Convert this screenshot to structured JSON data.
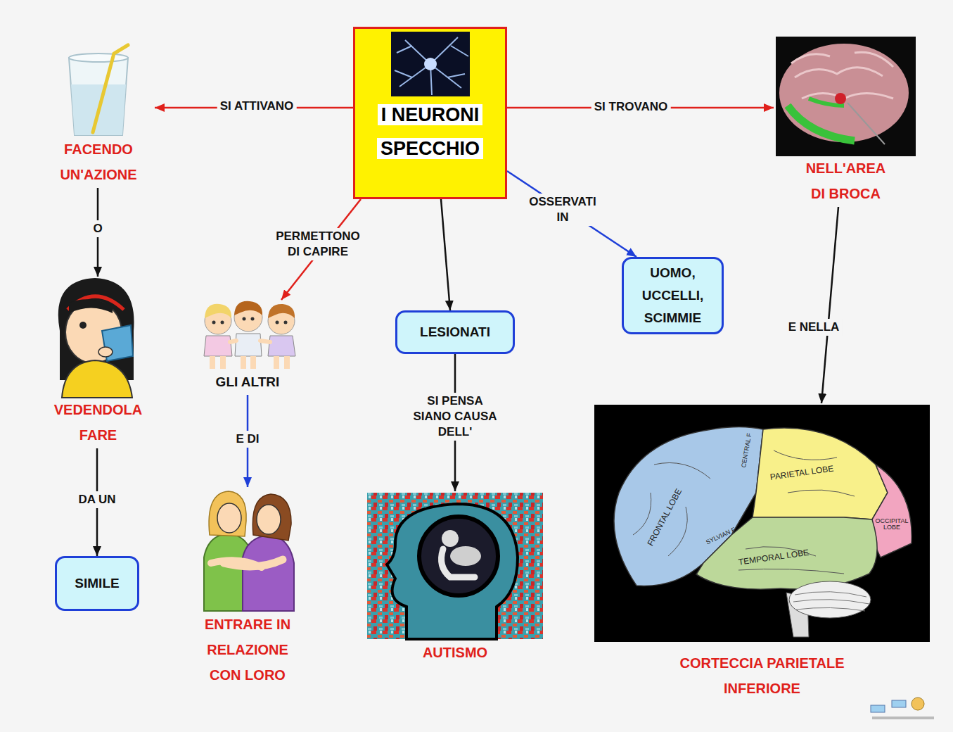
{
  "diagram": {
    "nodes": [
      {
        "text": [
          "I NEURONI SPECCHIO"
        ]
      },
      {
        "text": [
          "FACENDO UN'AZIONE"
        ]
      },
      {
        "text": [
          "VEDENDOLA FARE"
        ]
      },
      {
        "text": [
          "SIMILE"
        ]
      },
      {
        "text": [
          "GLI ALTRI"
        ]
      },
      {
        "text": [
          "ENTRARE IN RELAZIONE CON LORO"
        ]
      },
      {
        "text": [
          "LESIONATI"
        ]
      },
      {
        "text": [
          "AUTISMO"
        ]
      },
      {
        "text": [
          "UOMO, UCCELLI, SCIMMIE"
        ]
      },
      {
        "text": [
          "NELL'AREA DI BROCA"
        ]
      },
      {
        "text": [
          "CORTECCIA PARIETALE INFERIORE"
        ]
      }
    ],
    "edges": [
      {
        "from": 0,
        "to": 1,
        "label": "SI ATTIVANO",
        "arrow": "to"
      },
      {
        "from": 1,
        "to": 2,
        "label": "O",
        "arrow": "to"
      },
      {
        "from": 2,
        "to": 3,
        "label": "DA UN",
        "arrow": "to"
      },
      {
        "from": 0,
        "to": 4,
        "label": "PERMETTONO DI CAPIRE",
        "arrow": "to"
      },
      {
        "from": 4,
        "to": 5,
        "label": "E DI",
        "arrow": "to"
      },
      {
        "from": 0,
        "to": 6,
        "arrow": "to"
      },
      {
        "from": 6,
        "to": 7,
        "label": "SI PENSA SIANO CAUSA DELL'",
        "arrow": "to"
      },
      {
        "from": 0,
        "to": 8,
        "label": "OSSERVATI IN",
        "arrow": "to"
      },
      {
        "from": 0,
        "to": 9,
        "label": "SI TROVANO",
        "arrow": "to"
      },
      {
        "from": 9,
        "to": 10,
        "label": "E NELLA",
        "arrow": "to"
      }
    ],
    "labels": [
      "FRONTAL LOBE",
      "CENTRAL F",
      "PARIETAL LOBE",
      "SYLVIAN F",
      "TEMPORAL LOBE",
      "OCCIPITAL LOBE"
    ]
  }
}
